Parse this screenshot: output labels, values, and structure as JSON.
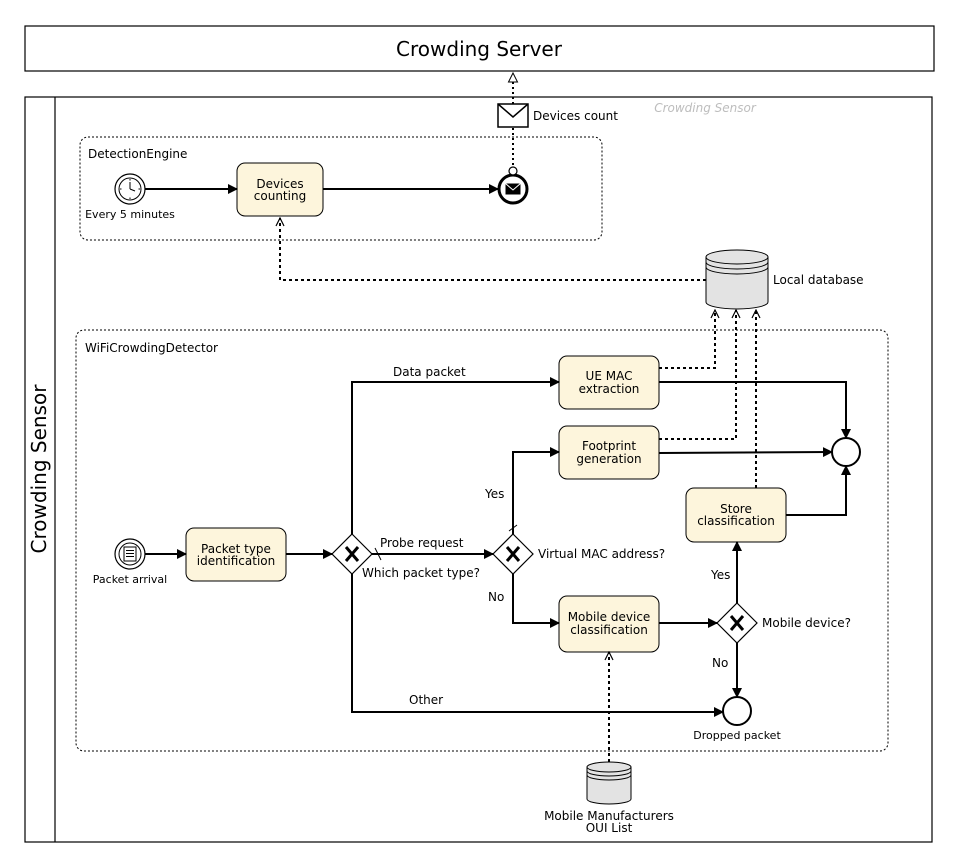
{
  "server": {
    "title": "Crowding Server"
  },
  "pool": {
    "title": "Crowding Sensor",
    "watermark": "Crowding Sensor"
  },
  "message": {
    "label": "Devices count"
  },
  "detection_engine": {
    "title": "DetectionEngine",
    "timer_label": "Every 5 minutes",
    "task_line1": "Devices",
    "task_line2": "counting"
  },
  "database": {
    "label": "Local database"
  },
  "wifi_detector": {
    "title": "WiFiCrowdingDetector",
    "start_label": "Packet arrival",
    "packet_type_line1": "Packet type",
    "packet_type_line2": "identification",
    "gateway_packet_label": "Which packet type?",
    "flow_data_packet": "Data packet",
    "flow_probe_request": "Probe request",
    "flow_other": "Other",
    "ue_mac_line1": "UE MAC",
    "ue_mac_line2": "extraction",
    "gateway_virtual_label": "Virtual MAC address?",
    "flow_yes_virtual": "Yes",
    "flow_no_virtual": "No",
    "footprint_line1": "Footprint",
    "footprint_line2": "generation",
    "mobile_class_line1": "Mobile device",
    "mobile_class_line2": "classification",
    "gateway_mobile_label": "Mobile device?",
    "flow_yes_mobile": "Yes",
    "flow_no_mobile": "No",
    "store_line1": "Store",
    "store_line2": "classification",
    "dropped_label": "Dropped packet"
  },
  "oui_db": {
    "line1": "Mobile Manufacturers",
    "line2": "OUI List"
  }
}
